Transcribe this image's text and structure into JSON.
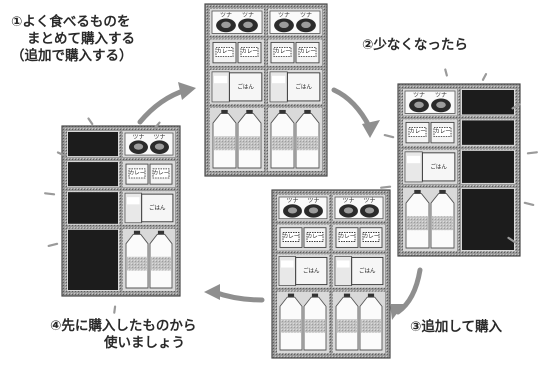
{
  "steps": [
    {
      "lines": [
        "①よく食べるものを",
        "まとめて購入する",
        "（追加で購入する）"
      ]
    },
    {
      "lines": [
        "②少なくなったら"
      ]
    },
    {
      "lines": [
        "③追加して購入"
      ]
    },
    {
      "lines": [
        "④先に購入したものから",
        "使いましょう"
      ]
    }
  ],
  "item_labels": {
    "can": "ツナ",
    "box": "カレー",
    "pack": "ごはん"
  },
  "colors": {
    "shelf_frame": "#6f6f6f",
    "shelf_inner": "#d9d9d9",
    "empty_slot": "#1c1c1c",
    "arrow": "#8f8f8f",
    "text": "#2a2a2a"
  }
}
